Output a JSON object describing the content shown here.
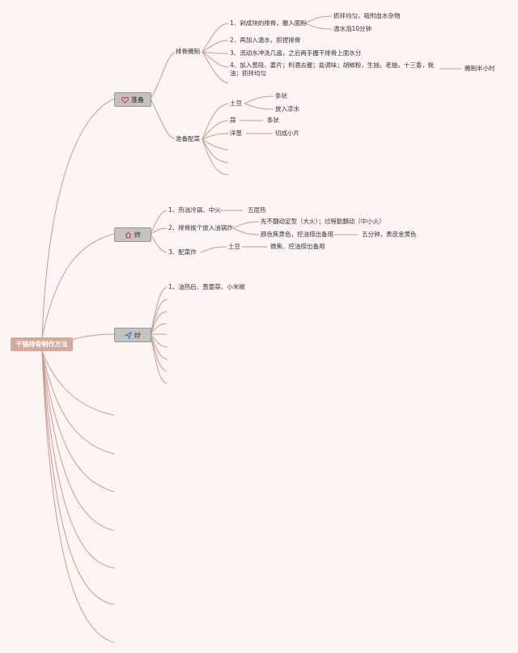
{
  "root": "干锅排骨制作方法",
  "branches": [
    {
      "label": "准备",
      "icon": "heart-icon"
    },
    {
      "label": "炸",
      "icon": "home-icon"
    },
    {
      "label": "炒",
      "icon": "send-icon"
    }
  ],
  "prep": {
    "marinate": "排骨腌制",
    "m1": "1、剁成块的排骨，撒入面粉",
    "m1a": "抓拌均匀，吸附血水杂物",
    "m1b": "温水泡10分钟",
    "m2": "2、再加入温水，抓捏排骨",
    "m3": "3、流动水冲洗几遍，之后两手握干排骨上面水分",
    "m4": "4、加入葱段、姜片；料酒去腥；盐调味；胡椒粉，生抽，老抽，十三香，蚝油；抓拌均匀",
    "m4a": "腌制半小时",
    "ingredients": "准备配菜",
    "potato": "土豆",
    "potato_a": "条状",
    "potato_b": "放入凉水",
    "garlic": "蒜",
    "garlic_a": "条状",
    "onion": "洋葱",
    "onion_a": "切成小片"
  },
  "fry": {
    "f1": "1、热油冷锅、中火",
    "f1a": "五层热",
    "f2": "2、排骨挨个放入油锅炸",
    "f2a": "先不翻动定型（大火）；过程勤翻动（中小火）",
    "f2b": "颜色焦黄色，控油捞出备用",
    "f2c": "五分钟，表皮金黄色",
    "f3": "3、配菜炸",
    "f3a": "土豆",
    "f3b": "微焦、控油捞出备用"
  },
  "stir": {
    "s1": "1、油热后、葱姜蒜、小米椒"
  },
  "colors": {
    "line": "#c99a8e",
    "root_fill": "#d7a79a",
    "branch_fill": "#c4c2bf",
    "heart": "#d2404f",
    "home": "#d2404f",
    "send": "#2b7cc8"
  }
}
